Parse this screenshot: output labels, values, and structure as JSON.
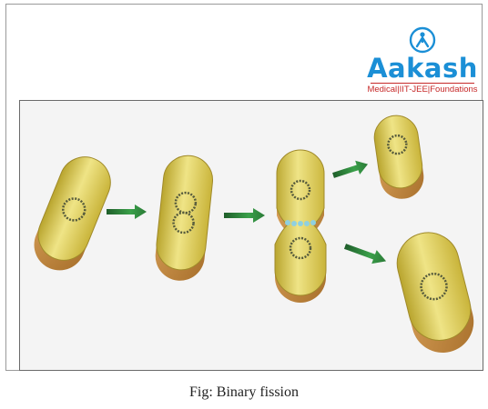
{
  "logo": {
    "brand": "Aakash",
    "tagline": "Medical|IIT-JEE|Foundations",
    "icon": "aakash-person-icon"
  },
  "figure": {
    "caption": "Fig: Binary fission",
    "stages": [
      "bacterium-single-nucleoid",
      "bacterium-nucleoid-replicated",
      "bacterium-constricting",
      "daughter-cell-top",
      "daughter-cell-bottom"
    ]
  },
  "colors": {
    "cell_fill": "#d9c84a",
    "cell_highlight": "#f3ea8a",
    "cell_wall": "#c58a3a",
    "nucleoid": "#555a3c",
    "arrow": "#2f8f3f",
    "brand_blue": "#1b8fd6",
    "tag_red": "#c62828"
  }
}
